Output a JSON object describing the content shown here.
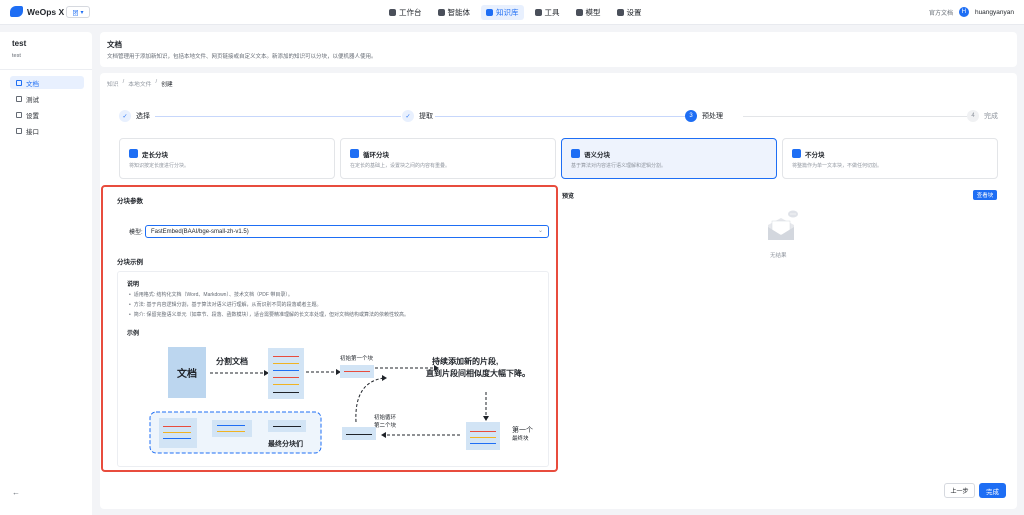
{
  "app": {
    "name": "WeOps X",
    "team_badge": "团"
  },
  "nav": [
    {
      "label": "工作台",
      "icon": "workbench-icon"
    },
    {
      "label": "智能体",
      "icon": "agent-icon"
    },
    {
      "label": "知识库",
      "icon": "knowledge-icon",
      "active": true
    },
    {
      "label": "工具",
      "icon": "tools-icon"
    },
    {
      "label": "模型",
      "icon": "model-icon"
    },
    {
      "label": "设置",
      "icon": "settings-icon"
    }
  ],
  "topright": {
    "docs": "官方文档",
    "avatar": "H",
    "username": "huangyanyan"
  },
  "sidebar": {
    "title": "test",
    "subtitle": "test",
    "items": [
      {
        "label": "文档",
        "active": true
      },
      {
        "label": "测试"
      },
      {
        "label": "设置"
      },
      {
        "label": "接口"
      }
    ],
    "collapse": "←"
  },
  "header": {
    "title": "文档",
    "desc": "文档管理用于添加新知识，包括本地文件、网页链接或自定义文本。新添加的知识可以分块，以便机器人使用。"
  },
  "breadcrumb": [
    "知识",
    "/",
    "本地文件",
    "/",
    "创建"
  ],
  "steps": [
    {
      "num": "✓",
      "label": "选择",
      "state": "done"
    },
    {
      "num": "✓",
      "label": "提取",
      "state": "done"
    },
    {
      "num": "3",
      "label": "预处理",
      "state": "cur"
    },
    {
      "num": "4",
      "label": "完成",
      "state": "todo"
    }
  ],
  "options": [
    {
      "title": "定长分块",
      "desc": "将知识按定长度进行分块。"
    },
    {
      "title": "循环分块",
      "desc": "在定长的基础上，设置块之间的内容有重叠。"
    },
    {
      "title": "语义分块",
      "desc": "基于算法对内容进行语义理解和逻辑分割。",
      "selected": true
    },
    {
      "title": "不分块",
      "desc": "将整篇作为单一文本块，不做任何切割。"
    }
  ],
  "params": {
    "title": "分块参数",
    "model_label": "模型:",
    "model_value": "FastEmbed(BAAI/bge-small-zh-v1.5)",
    "chevron": "⌄"
  },
  "example": {
    "section_title": "分块示例",
    "desc_title": "说明",
    "desc_items": [
      "适用格式: 结构化文档（Word、Markdown）、技术文档（PDF 带目录）。",
      "方法: 基于内容逻辑分割，基于算法对语义进行理解，从而识别不同的段落或者主题。",
      "简介: 保留完整语义单元（如章节、段落、函数模块），适合需要精准理解的长文本处理，但对文档结构或算法的依赖性较高。"
    ],
    "eg_title": "示例",
    "diagram": {
      "doc": "文档",
      "split": "分割文档",
      "init_first": "初始第一个块",
      "keep_adding": "持续添加新的片段,",
      "until_drop": "直到片段间相似度大幅下降。",
      "first_final": "第一个",
      "first_final2": "最终块",
      "init_loop": "初始循环",
      "second_block": "第二个块",
      "final_blocks": "最终分块们"
    }
  },
  "preview": {
    "title": "预览",
    "view_btn": "查看块",
    "empty": "无结果"
  },
  "footer": {
    "prev": "上一步",
    "done": "完成"
  },
  "colors": {
    "accent": "#1e6ef4",
    "highlight_border": "#e84c3d"
  }
}
